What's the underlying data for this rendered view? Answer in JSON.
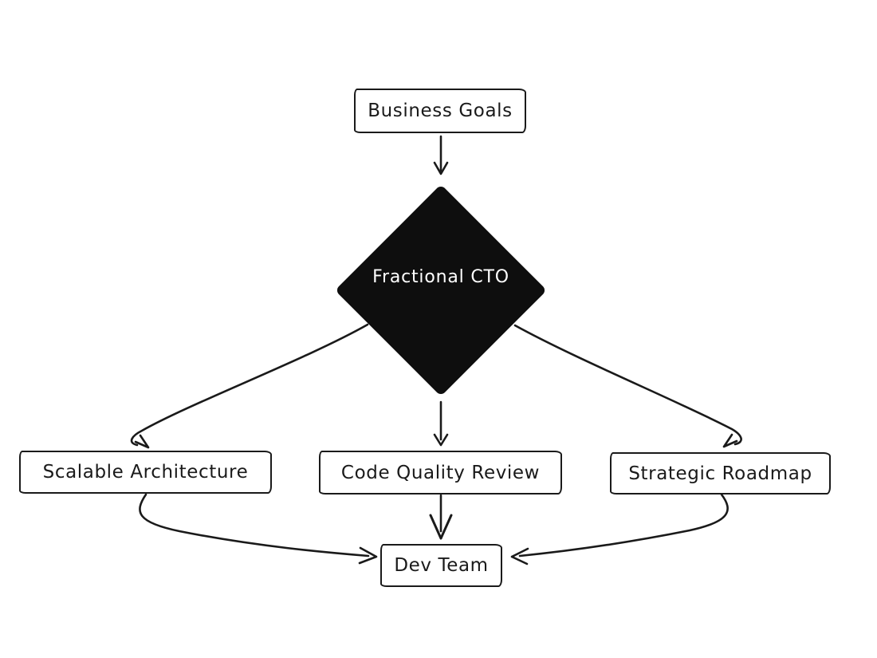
{
  "diagram": {
    "background_color": "#ffffff",
    "stroke_color": "#1a1a1a",
    "node_fill_color": "#ffffff",
    "diamond_fill_color": "#0e0e0e",
    "diamond_text_color": "#ffffff",
    "nodes": [
      {
        "id": "business-goals",
        "label": "Business Goals",
        "shape": "rectangle"
      },
      {
        "id": "fractional-cto",
        "label": "Fractional CTO",
        "shape": "diamond"
      },
      {
        "id": "scalable-architecture",
        "label": "Scalable Architecture",
        "shape": "rectangle"
      },
      {
        "id": "code-quality-review",
        "label": "Code Quality Review",
        "shape": "rectangle"
      },
      {
        "id": "strategic-roadmap",
        "label": "Strategic Roadmap",
        "shape": "rectangle"
      },
      {
        "id": "dev-team",
        "label": "Dev Team",
        "shape": "rectangle"
      }
    ],
    "edges": [
      {
        "from": "business-goals",
        "to": "fractional-cto"
      },
      {
        "from": "fractional-cto",
        "to": "scalable-architecture"
      },
      {
        "from": "fractional-cto",
        "to": "code-quality-review"
      },
      {
        "from": "fractional-cto",
        "to": "strategic-roadmap"
      },
      {
        "from": "scalable-architecture",
        "to": "dev-team"
      },
      {
        "from": "code-quality-review",
        "to": "dev-team"
      },
      {
        "from": "strategic-roadmap",
        "to": "dev-team"
      }
    ]
  }
}
